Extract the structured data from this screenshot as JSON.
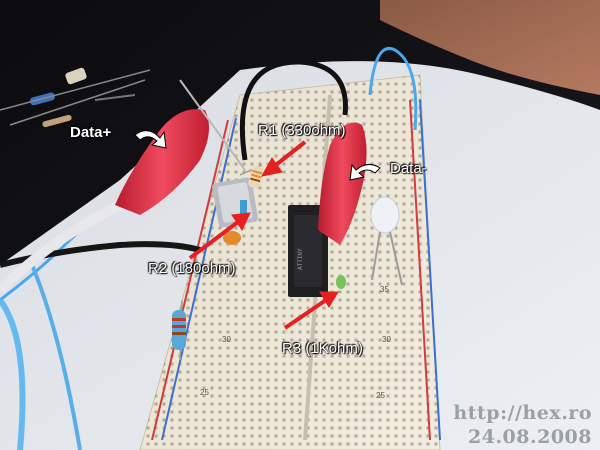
{
  "labels": {
    "data_plus": "Data+",
    "r1": "R1 (330ohm)",
    "data_minus": "Data-",
    "r2": "R2 (180ohm)",
    "r3": "R3 (1Kohm)"
  },
  "breadboard_numbers": {
    "n30_left": "30",
    "n25_left": "25",
    "n35_right": "35",
    "n30_right": "30",
    "n25_right": "25"
  },
  "watermark": {
    "url": "http://hex.ro",
    "date": "24.08.2008"
  }
}
